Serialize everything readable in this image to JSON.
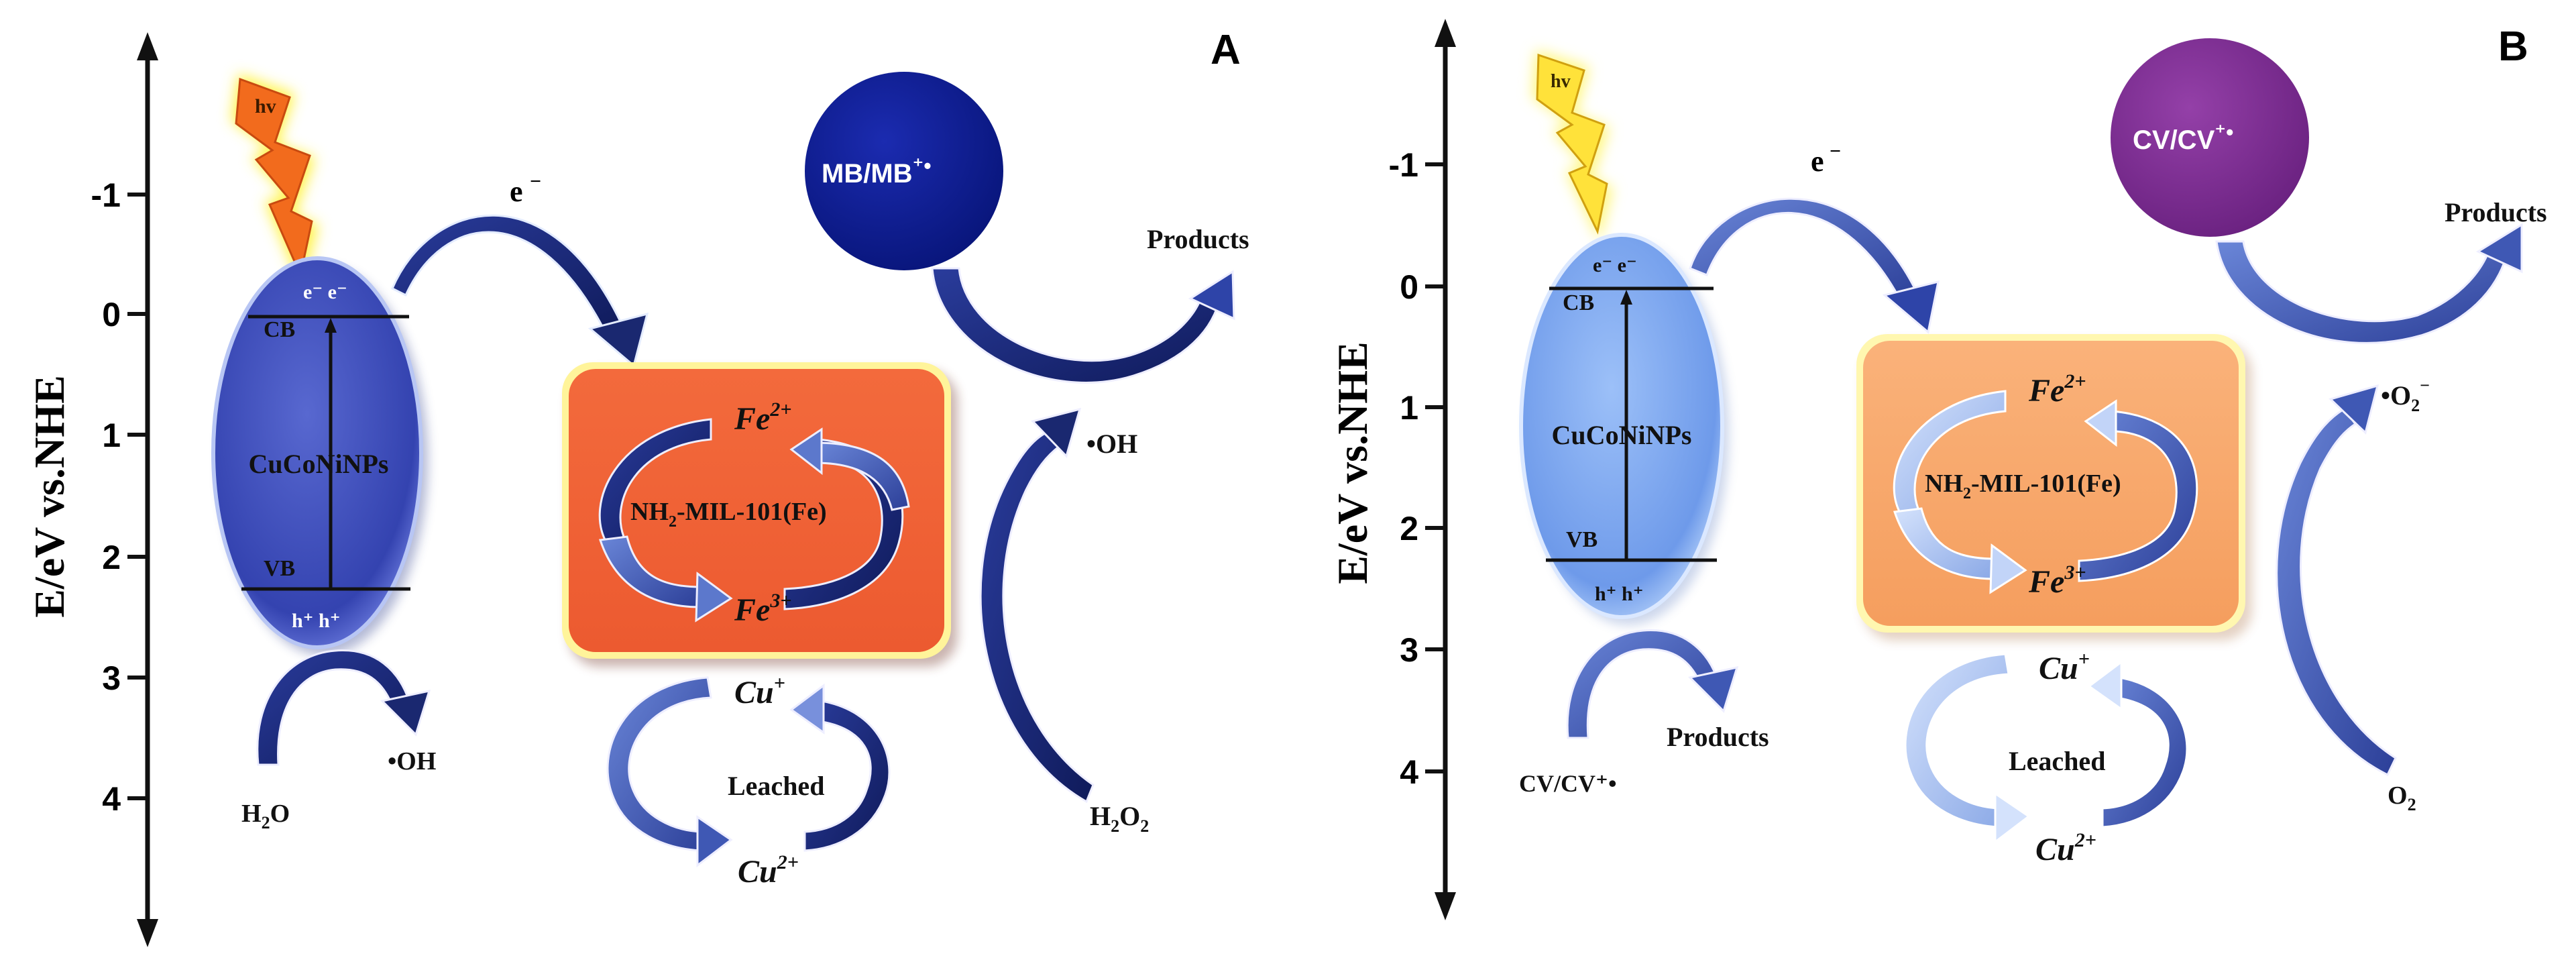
{
  "colors": {
    "axis": "#111111",
    "a_semiconductor": "#3848b8",
    "a_box": "#f0653a",
    "a_mb": "#0a1a8c",
    "b_semiconductor": "#7aa6f0",
    "b_box": "#f8a868",
    "b_cv": "#7a2a8e",
    "arrow_dark": "#1a2870",
    "arrow_light": "#a8c0f0",
    "bolt": "#f26b1d",
    "bolt_glow": "#ffef6a"
  },
  "panel_a": {
    "label": "A",
    "axis_title": "E/eV vs.NHE",
    "ticks": [
      "-1",
      "0",
      "1",
      "2",
      "3",
      "4"
    ],
    "hv": "hv",
    "e_transfer": "e",
    "semiconductor": {
      "name": "CuCoNiNPs",
      "cb": "CB",
      "vb": "VB",
      "electrons": "e⁻  e⁻",
      "holes": "h⁺  h⁺"
    },
    "box": {
      "fe2": "Fe",
      "fe2_sup": "2+",
      "fe3": "Fe",
      "fe3_sup": "3+",
      "mof_a": "NH",
      "mof_sub": "2",
      "mof_b": "-MIL-101(Fe)"
    },
    "leached": {
      "cu1": "Cu",
      "cu1_sup": "+",
      "label": "Leached",
      "cu2": "Cu",
      "cu2_sup": "2+"
    },
    "dye": {
      "a": "MB/MB",
      "b": "⁺•"
    },
    "products": "Products",
    "oh_right": "•OH",
    "h2o2_a": "H",
    "h2o2_sub1": "2",
    "h2o2_b": "O",
    "h2o2_sub2": "2",
    "h2o_a": "H",
    "h2o_sub": "2",
    "h2o_b": "O",
    "oh_left": "•OH"
  },
  "panel_b": {
    "label": "B",
    "axis_title": "E/eV vs.NHE",
    "ticks": [
      "-1",
      "0",
      "1",
      "2",
      "3",
      "4"
    ],
    "hv": "hv",
    "e_transfer": "e",
    "semiconductor": {
      "name": "CuCoNiNPs",
      "cb": "CB",
      "vb": "VB",
      "electrons": "e⁻  e⁻",
      "holes": "h⁺  h⁺"
    },
    "box": {
      "fe2": "Fe",
      "fe2_sup": "2+",
      "fe3": "Fe",
      "fe3_sup": "3+",
      "mof_a": "NH",
      "mof_sub": "2",
      "mof_b": "-MIL-101(Fe)"
    },
    "leached": {
      "cu1": "Cu",
      "cu1_sup": "+",
      "label": "Leached",
      "cu2": "Cu",
      "cu2_sup": "2+"
    },
    "dye": {
      "a": "CV/CV",
      "b": "⁺•"
    },
    "products_top": "Products",
    "products_bottom": "Products",
    "o2_radical": "•O",
    "o2_radical_sub": "2",
    "o2_radical_sup": "−",
    "o2_a": "O",
    "o2_sub": "2",
    "cv_bottom": "CV/CV⁺•"
  }
}
